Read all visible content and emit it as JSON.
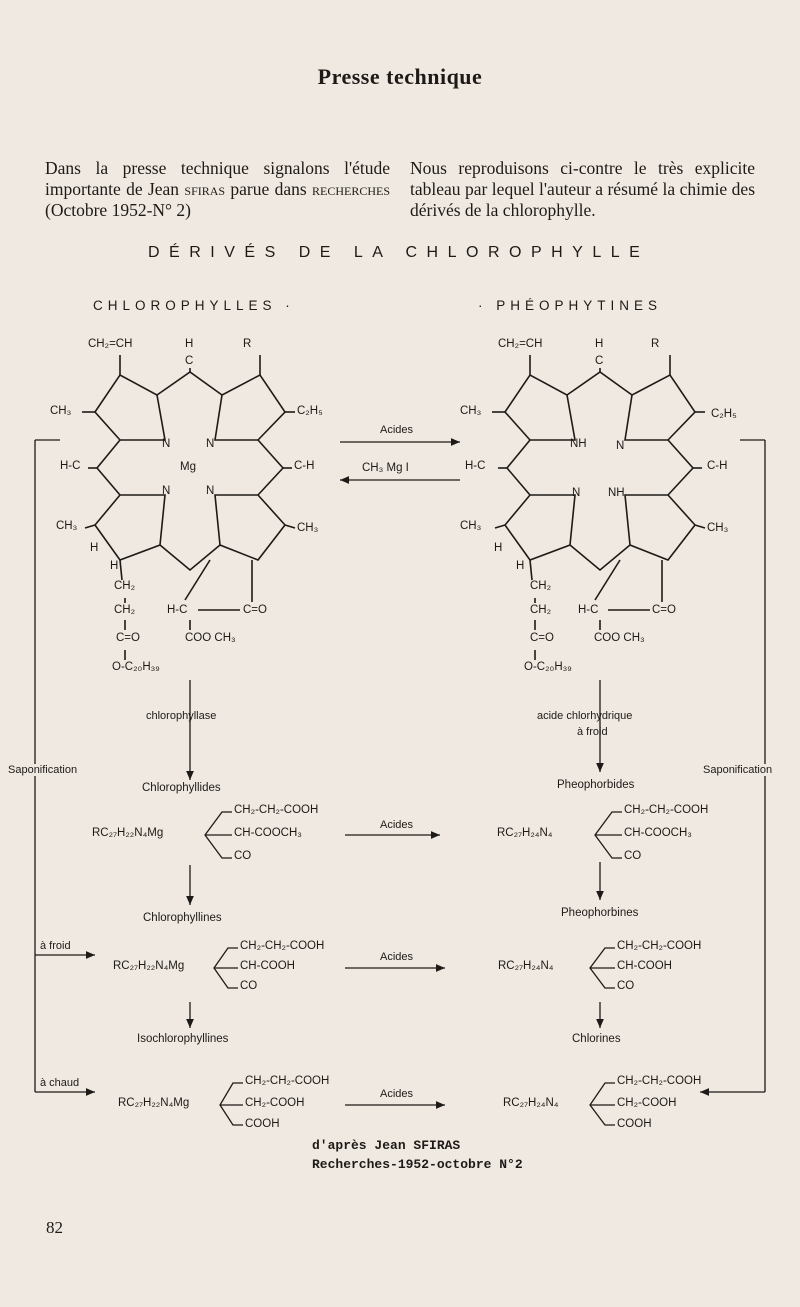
{
  "header": {
    "title": "Presse technique"
  },
  "intro": {
    "left_pre": "Dans la presse technique signalons l'étude importante de Jean ",
    "left_author": "sfiras",
    "left_mid": " parue dans ",
    "left_journal": "recherches",
    "left_post": " (Octobre 1952-N° 2)",
    "right": "Nous reproduisons ci-contre le très explicite tableau par lequel l'auteur a résumé la chimie des dérivés de la chlorophylle."
  },
  "diagram": {
    "title": "DÉRIVÉS DE LA CHLOROPHYLLE",
    "left_header": "CHLOROPHYLLES ·",
    "right_header": "· PHÉOPHYTINES",
    "chlorophyll": {
      "vinyl": "CH₂=CH",
      "h_top": "H",
      "c_top": "C",
      "r_top": "R",
      "ch3_a": "CH₃",
      "ethyl": "C₂H₅",
      "hc_left": "H-C",
      "ch_right": "C-H",
      "ch3_b": "CH₃",
      "ch3_c": "CH₃",
      "h_a": "H",
      "h_b": "H",
      "n1": "N",
      "n2": "N",
      "n3": "N",
      "n4": "N",
      "mg": "Mg",
      "ch2_a": "CH₂",
      "ch2_b": "CH₂",
      "co_a": "C=O",
      "phytyl": "O-C₂₀H₃₉",
      "hc_b": "H-C",
      "co_b": "C=O",
      "ester": "COO CH₃"
    },
    "pheophytin": {
      "vinyl": "CH₂=CH",
      "h_top": "H",
      "c_top": "C",
      "r_top": "R",
      "ch3_a": "CH₃",
      "ethyl": "C₂H₅",
      "hc_left": "H-C",
      "ch_right": "C-H",
      "ch3_b": "CH₃",
      "ch3_c": "CH₃",
      "h_a": "H",
      "h_b": "H",
      "n1": "NH",
      "n2": "N",
      "n3": "N",
      "n4": "NH",
      "ch2_a": "CH₂",
      "ch2_b": "CH₂",
      "co_a": "C=O",
      "phytyl": "O-C₂₀H₃₉",
      "hc_b": "H-C",
      "co_b": "C=O",
      "ester": "COO CH₃"
    },
    "reagents": {
      "acids_forward": "Acides",
      "grignard_back": "CH₃ Mg I",
      "chlorophyllase": "chlorophyllase",
      "hcl_1": "acide chlorhydrique",
      "hcl_2": "à froid",
      "saponification_left": "Saponification",
      "saponification_right": "Saponification",
      "cold": "à froid",
      "hot": "à chaud",
      "acids_1": "Acides",
      "acids_2": "Acides",
      "acids_3": "Acides"
    },
    "products": {
      "chlorophyllides": {
        "name": "Chlorophyllides",
        "core": "RC₂₇H₂₂N₄Mg",
        "s1": "CH₂-CH₂-COOH",
        "s2": "CH-COOCH₃",
        "s3": "CO"
      },
      "pheophorbides": {
        "name": "Pheophorbides",
        "core": "RC₂₇H₂₄N₄",
        "s1": "CH₂-CH₂-COOH",
        "s2": "CH-COOCH₃",
        "s3": "CO"
      },
      "chlorophyllines": {
        "name": "Chlorophyllines",
        "core": "RC₂₇H₂₂N₄Mg",
        "s1": "CH₂-CH₂-COOH",
        "s2": "CH-COOH",
        "s3": "CO"
      },
      "pheophorbines": {
        "name": "Pheophorbines",
        "core": "RC₂₇H₂₄N₄",
        "s1": "CH₂-CH₂-COOH",
        "s2": "CH-COOH",
        "s3": "CO"
      },
      "isochlorophyllines": {
        "name": "Isochlorophyllines",
        "core": "RC₂₇H₂₂N₄Mg",
        "s1": "CH₂-CH₂-COOH",
        "s2": "CH₂-COOH",
        "s3": "COOH"
      },
      "chlorines": {
        "name": "Chlorines",
        "core": "RC₂₇H₂₄N₄",
        "s1": "CH₂-CH₂-COOH",
        "s2": "CH₂-COOH",
        "s3": "COOH"
      }
    },
    "citation": {
      "line1": "d'après Jean SFIRAS",
      "line2": "Recherches-1952-octobre N°2"
    }
  },
  "footer": {
    "page_number": "82"
  }
}
